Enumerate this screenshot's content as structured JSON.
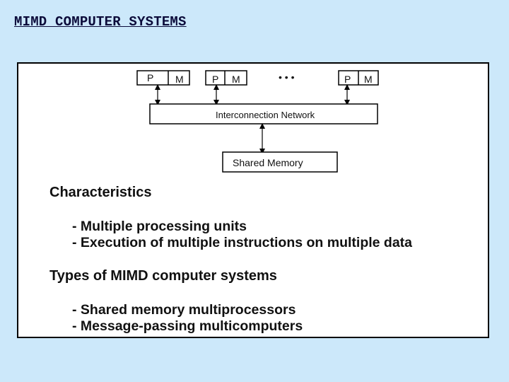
{
  "title": "MIMD COMPUTER SYSTEMS",
  "diagram": {
    "nodes": [
      {
        "processor": "P",
        "memory": "M"
      },
      {
        "processor": "P",
        "memory": "M"
      },
      {
        "processor": "P",
        "memory": "M"
      }
    ],
    "ellipsis": "• • •",
    "network": "Interconnection Network",
    "shared_memory": "Shared Memory"
  },
  "characteristics": {
    "heading": "Characteristics",
    "items": [
      "- Multiple processing units",
      "- Execution of  multiple instructions on multiple data"
    ]
  },
  "types": {
    "heading": "Types of MIMD computer systems",
    "items": [
      "- Shared memory multiprocessors",
      "- Message-passing multicomputers"
    ]
  }
}
